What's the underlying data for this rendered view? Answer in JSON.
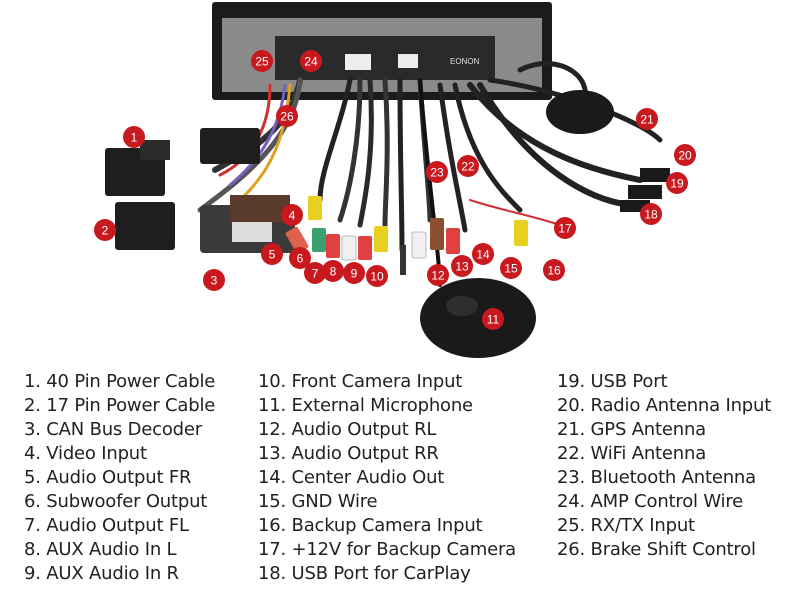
{
  "brand": {
    "logo_text": "EONON"
  },
  "callouts": [
    "1",
    "2",
    "3",
    "4",
    "5",
    "6",
    "7",
    "8",
    "9",
    "10",
    "11",
    "12",
    "13",
    "14",
    "15",
    "16",
    "17",
    "18",
    "19",
    "20",
    "21",
    "22",
    "23",
    "24",
    "25",
    "26"
  ],
  "legend": {
    "col1": [
      "1. 40 Pin Power Cable",
      "2. 17 Pin Power Cable",
      "3. CAN Bus Decoder",
      "4. Video Input",
      "5. Audio Output FR",
      "6. Subwoofer Output",
      "7. Audio Output FL",
      "8. AUX Audio In L",
      "9. AUX Audio In R"
    ],
    "col2": [
      "10. Front Camera Input",
      "11. External Microphone",
      "12. Audio Output RL",
      "13. Audio Output RR",
      "14. Center Audio Out",
      "15. GND Wire",
      "16. Backup Camera Input",
      "17.  +12V for Backup Camera",
      "18. USB Port for CarPlay"
    ],
    "col3": [
      "19. USB Port",
      "20. Radio Antenna Input",
      "21. GPS Antenna",
      "22. WiFi Antenna",
      "23. Bluetooth Antenna",
      "24. AMP Control Wire",
      "25. RX/TX Input",
      "26. Brake Shift Control"
    ]
  }
}
